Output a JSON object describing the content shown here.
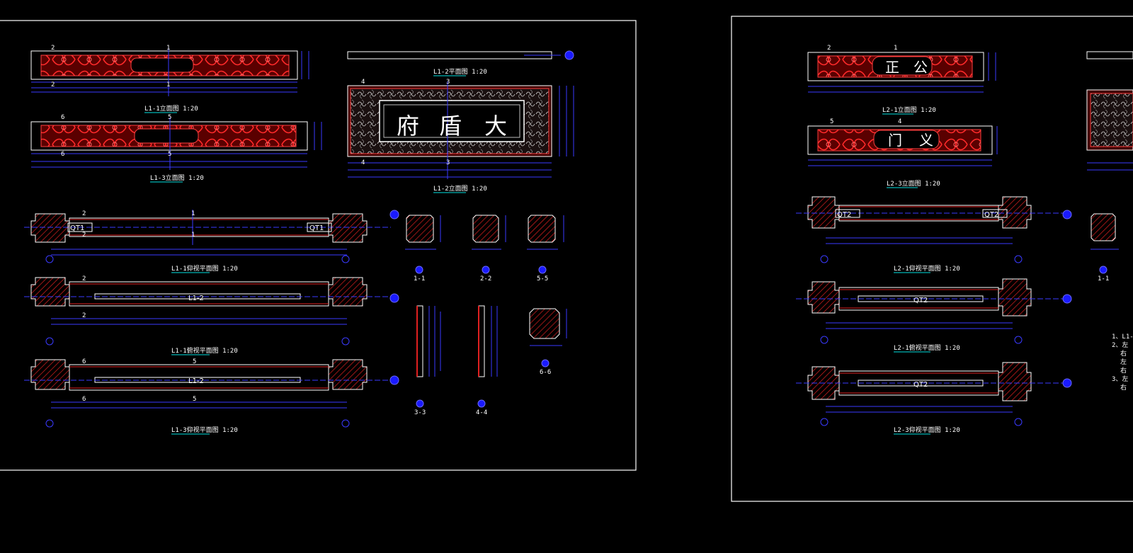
{
  "colors": {
    "background": "#000000",
    "frame": "#ffffff",
    "dim": "#3a3aff",
    "section": "#e02020",
    "title_underline": "#00e0e0"
  },
  "sheet1": {
    "views": {
      "l1_1_elev": "L1-1立面图 1:20",
      "l1_3_elev": "L1-3立面图 1:20",
      "l1_2_plan": "L1-2平面图 1:20",
      "l1_2_elev": "L1-2立面图 1:20",
      "l1_1_plan_a": "L1-1仰视平面图 1:20",
      "l1_1_plan_b": "L1-1俯视平面图 1:20",
      "l1_3_plan": "L1-3仰视平面图 1:20"
    },
    "plaque_chars": [
      "府",
      "盾",
      "大"
    ],
    "beam_tags": {
      "qt_left": "QT1",
      "qt_right": "QT1",
      "l1_2_a": "L1-2",
      "l1_2_b": "L1-2"
    },
    "sections": [
      "1-1",
      "2-2",
      "5-5",
      "3-3",
      "4-4",
      "6-6"
    ]
  },
  "sheet2": {
    "views": {
      "l2_1_elev": "L2-1立面图 1:20",
      "l2_3_elev": "L2-3立面图 1:20",
      "l2_1_plan_a": "L2-1仰视平面图 1:20",
      "l2_1_plan_b": "L2-1俯视平面图 1:20",
      "l2_3_plan": "L2-3仰视平面图 1:20"
    },
    "chars_top": [
      "正",
      "公"
    ],
    "chars_bottom": [
      "门",
      "义"
    ],
    "beam_tags": {
      "qt_left": "QT2",
      "qt_right": "QT2",
      "qt2_a": "QT2",
      "qt2_b": "QT2"
    },
    "section": "1-1",
    "notes": [
      "1、L1-",
      "2、左",
      "右",
      "左",
      "右",
      "3、左",
      "右"
    ]
  }
}
